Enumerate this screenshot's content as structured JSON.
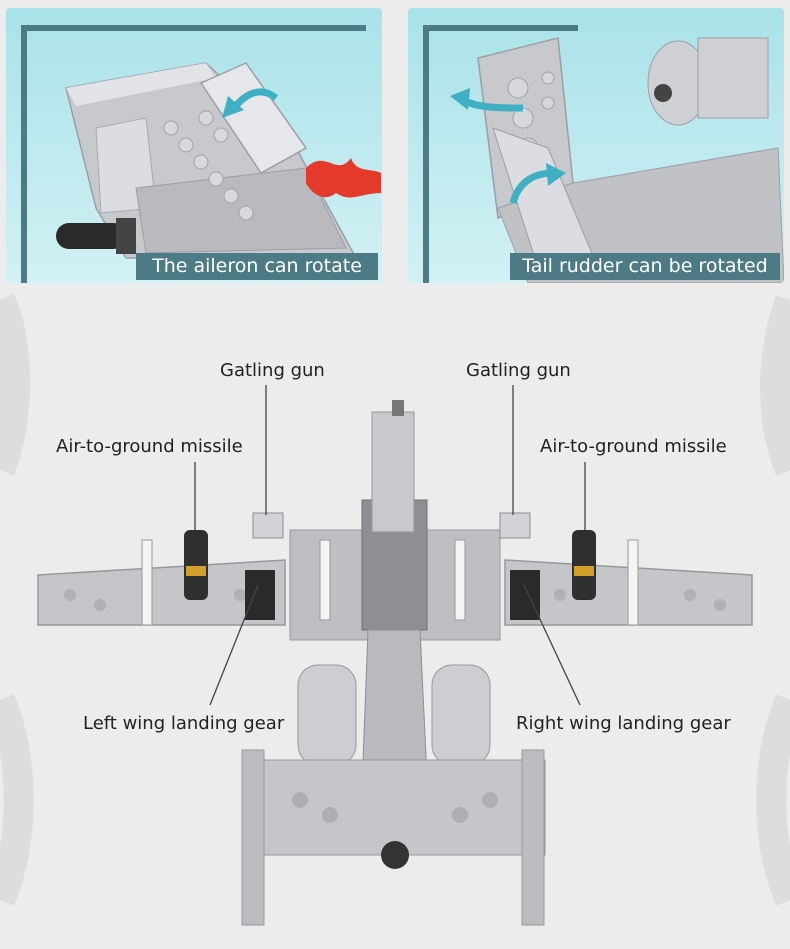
{
  "captions": {
    "left": "The aileron can rotate",
    "right": "Tail rudder can be rotated"
  },
  "labels": {
    "gatling_left": "Gatling gun",
    "gatling_right": "Gatling gun",
    "missile_left": "Air-to-ground missile",
    "missile_right": "Air-to-ground missile",
    "gear_left": "Left wing landing gear",
    "gear_right": "Right wing landing gear"
  },
  "colors": {
    "panel_bg": "#bfeaef",
    "frame": "#4d7b85",
    "brick": "#c8c9cd",
    "arrow": "#3fb0c3",
    "flame": "#e33a2b"
  }
}
